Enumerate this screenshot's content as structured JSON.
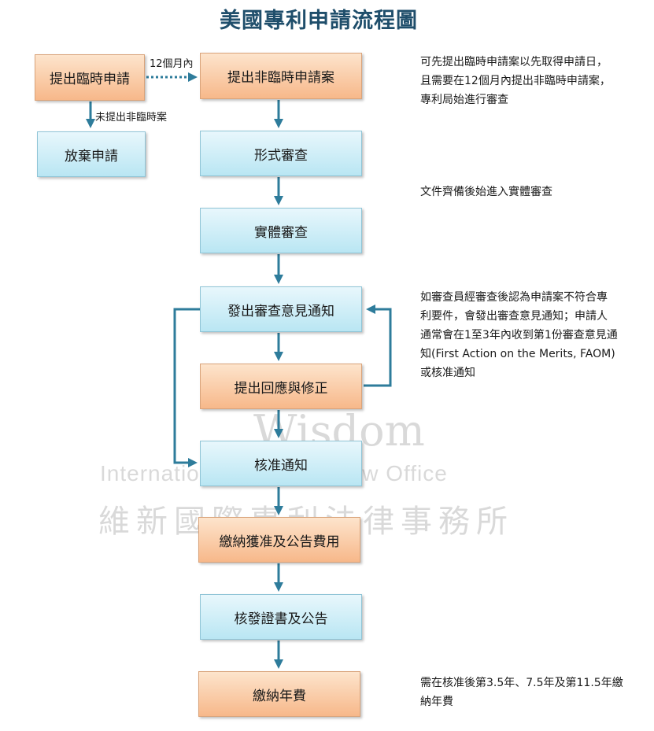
{
  "title": "美國專利申請流程圖",
  "boxes": {
    "provisional": "提出臨時申請",
    "non_provisional": "提出非臨時申請案",
    "abandon": "放棄申請",
    "formal_review": "形式審查",
    "substantive_review": "實體審查",
    "office_action": "發出審查意見通知",
    "response": "提出回應與修正",
    "allowance": "核准通知",
    "fees": "繳納獲准及公告費用",
    "issue": "核發證書及公告",
    "maintenance": "繳納年費"
  },
  "labels": {
    "within_12_months": "12個月內",
    "not_filed": "未提出非臨時案"
  },
  "notes": {
    "note1": "可先提出臨時申請案以先取得申請日，\n且需要在12個月內提出非臨時申請案，\n專利局始進行審查",
    "note2": "文件齊備後始進入實體審查",
    "note3": "如審查員經審查後認為申請案不符合專\n利要件，會發出審查意見通知；申請人\n通常會在1至3年內收到第1份審查意見通\n知(First Action on the Merits, FAOM)\n或核准通知",
    "note4": "需在核准後第3.5年、7.5年及第11.5年繳\n納年費"
  },
  "watermark": {
    "line1": "Wisdom",
    "line2": "International Patent & Law Office",
    "line3": "維新國際專利法律事務所"
  },
  "colors": {
    "connector": "#2e7c9b",
    "orange_box": "#f7b88a",
    "blue_box": "#b9e6f3",
    "title": "#1f4e6b"
  }
}
